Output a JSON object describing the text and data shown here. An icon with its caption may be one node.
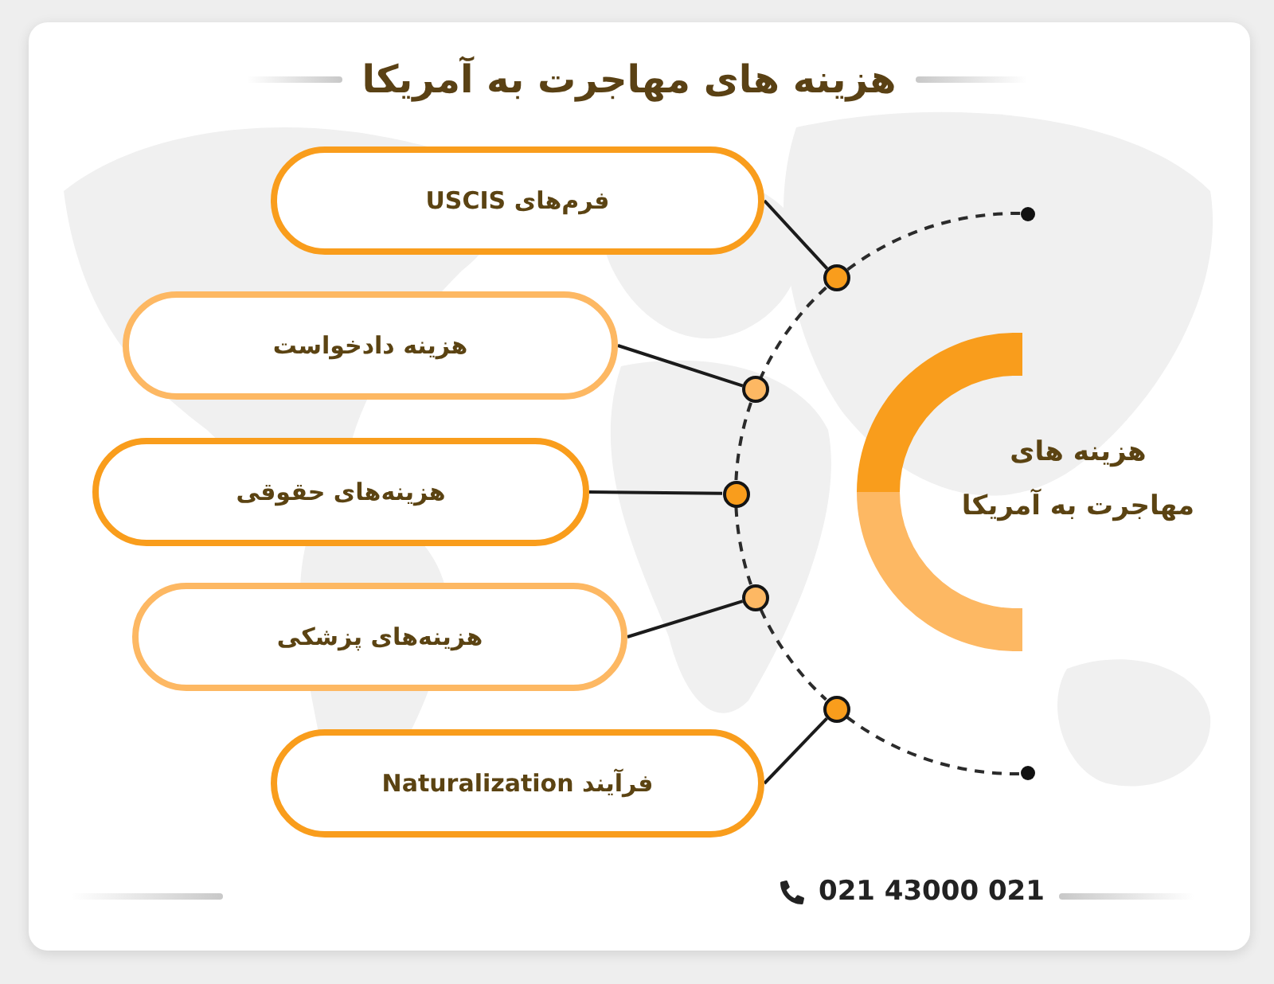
{
  "diagram": {
    "title": "هزینه های مهاجرت به آمریکا",
    "nodes": [
      {
        "text": [
          "فرم‌های USCIS"
        ]
      },
      {
        "text": [
          "هزینه دادخواست"
        ]
      },
      {
        "text": [
          "هزینه‌های حقوقی"
        ]
      },
      {
        "text": [
          "هزینه‌های پزشکی"
        ]
      },
      {
        "text": [
          "فرآیند Naturalization"
        ]
      },
      {
        "text": [],
        "shape": "circle"
      },
      {
        "text": [],
        "shape": "circle"
      },
      {
        "text": [],
        "shape": "circle"
      },
      {
        "text": [],
        "shape": "circle"
      },
      {
        "text": [],
        "shape": "circle"
      },
      {
        "text": [],
        "shape": "circle"
      },
      {
        "text": [],
        "shape": "circle"
      },
      {
        "text": [
          "هزینه های مهاجرت به آمریکا"
        ]
      }
    ],
    "edges": [
      {
        "from": 0,
        "to": 5,
        "arrow": "none"
      },
      {
        "from": 1,
        "to": 6,
        "arrow": "none"
      },
      {
        "from": 2,
        "to": 7,
        "arrow": "none"
      },
      {
        "from": 3,
        "to": 8,
        "arrow": "none"
      },
      {
        "from": 4,
        "to": 9,
        "arrow": "none"
      },
      {
        "from": 10,
        "to": 5,
        "arrow": "none",
        "style": "dashed"
      },
      {
        "from": 5,
        "to": 6,
        "arrow": "none",
        "style": "dashed"
      },
      {
        "from": 6,
        "to": 7,
        "arrow": "none",
        "style": "dashed"
      },
      {
        "from": 7,
        "to": 8,
        "arrow": "none",
        "style": "dashed"
      },
      {
        "from": 8,
        "to": 9,
        "arrow": "none",
        "style": "dashed"
      },
      {
        "from": 9,
        "to": 11,
        "arrow": "none",
        "style": "dashed"
      }
    ],
    "labels": [
      "021 43000 021"
    ]
  }
}
